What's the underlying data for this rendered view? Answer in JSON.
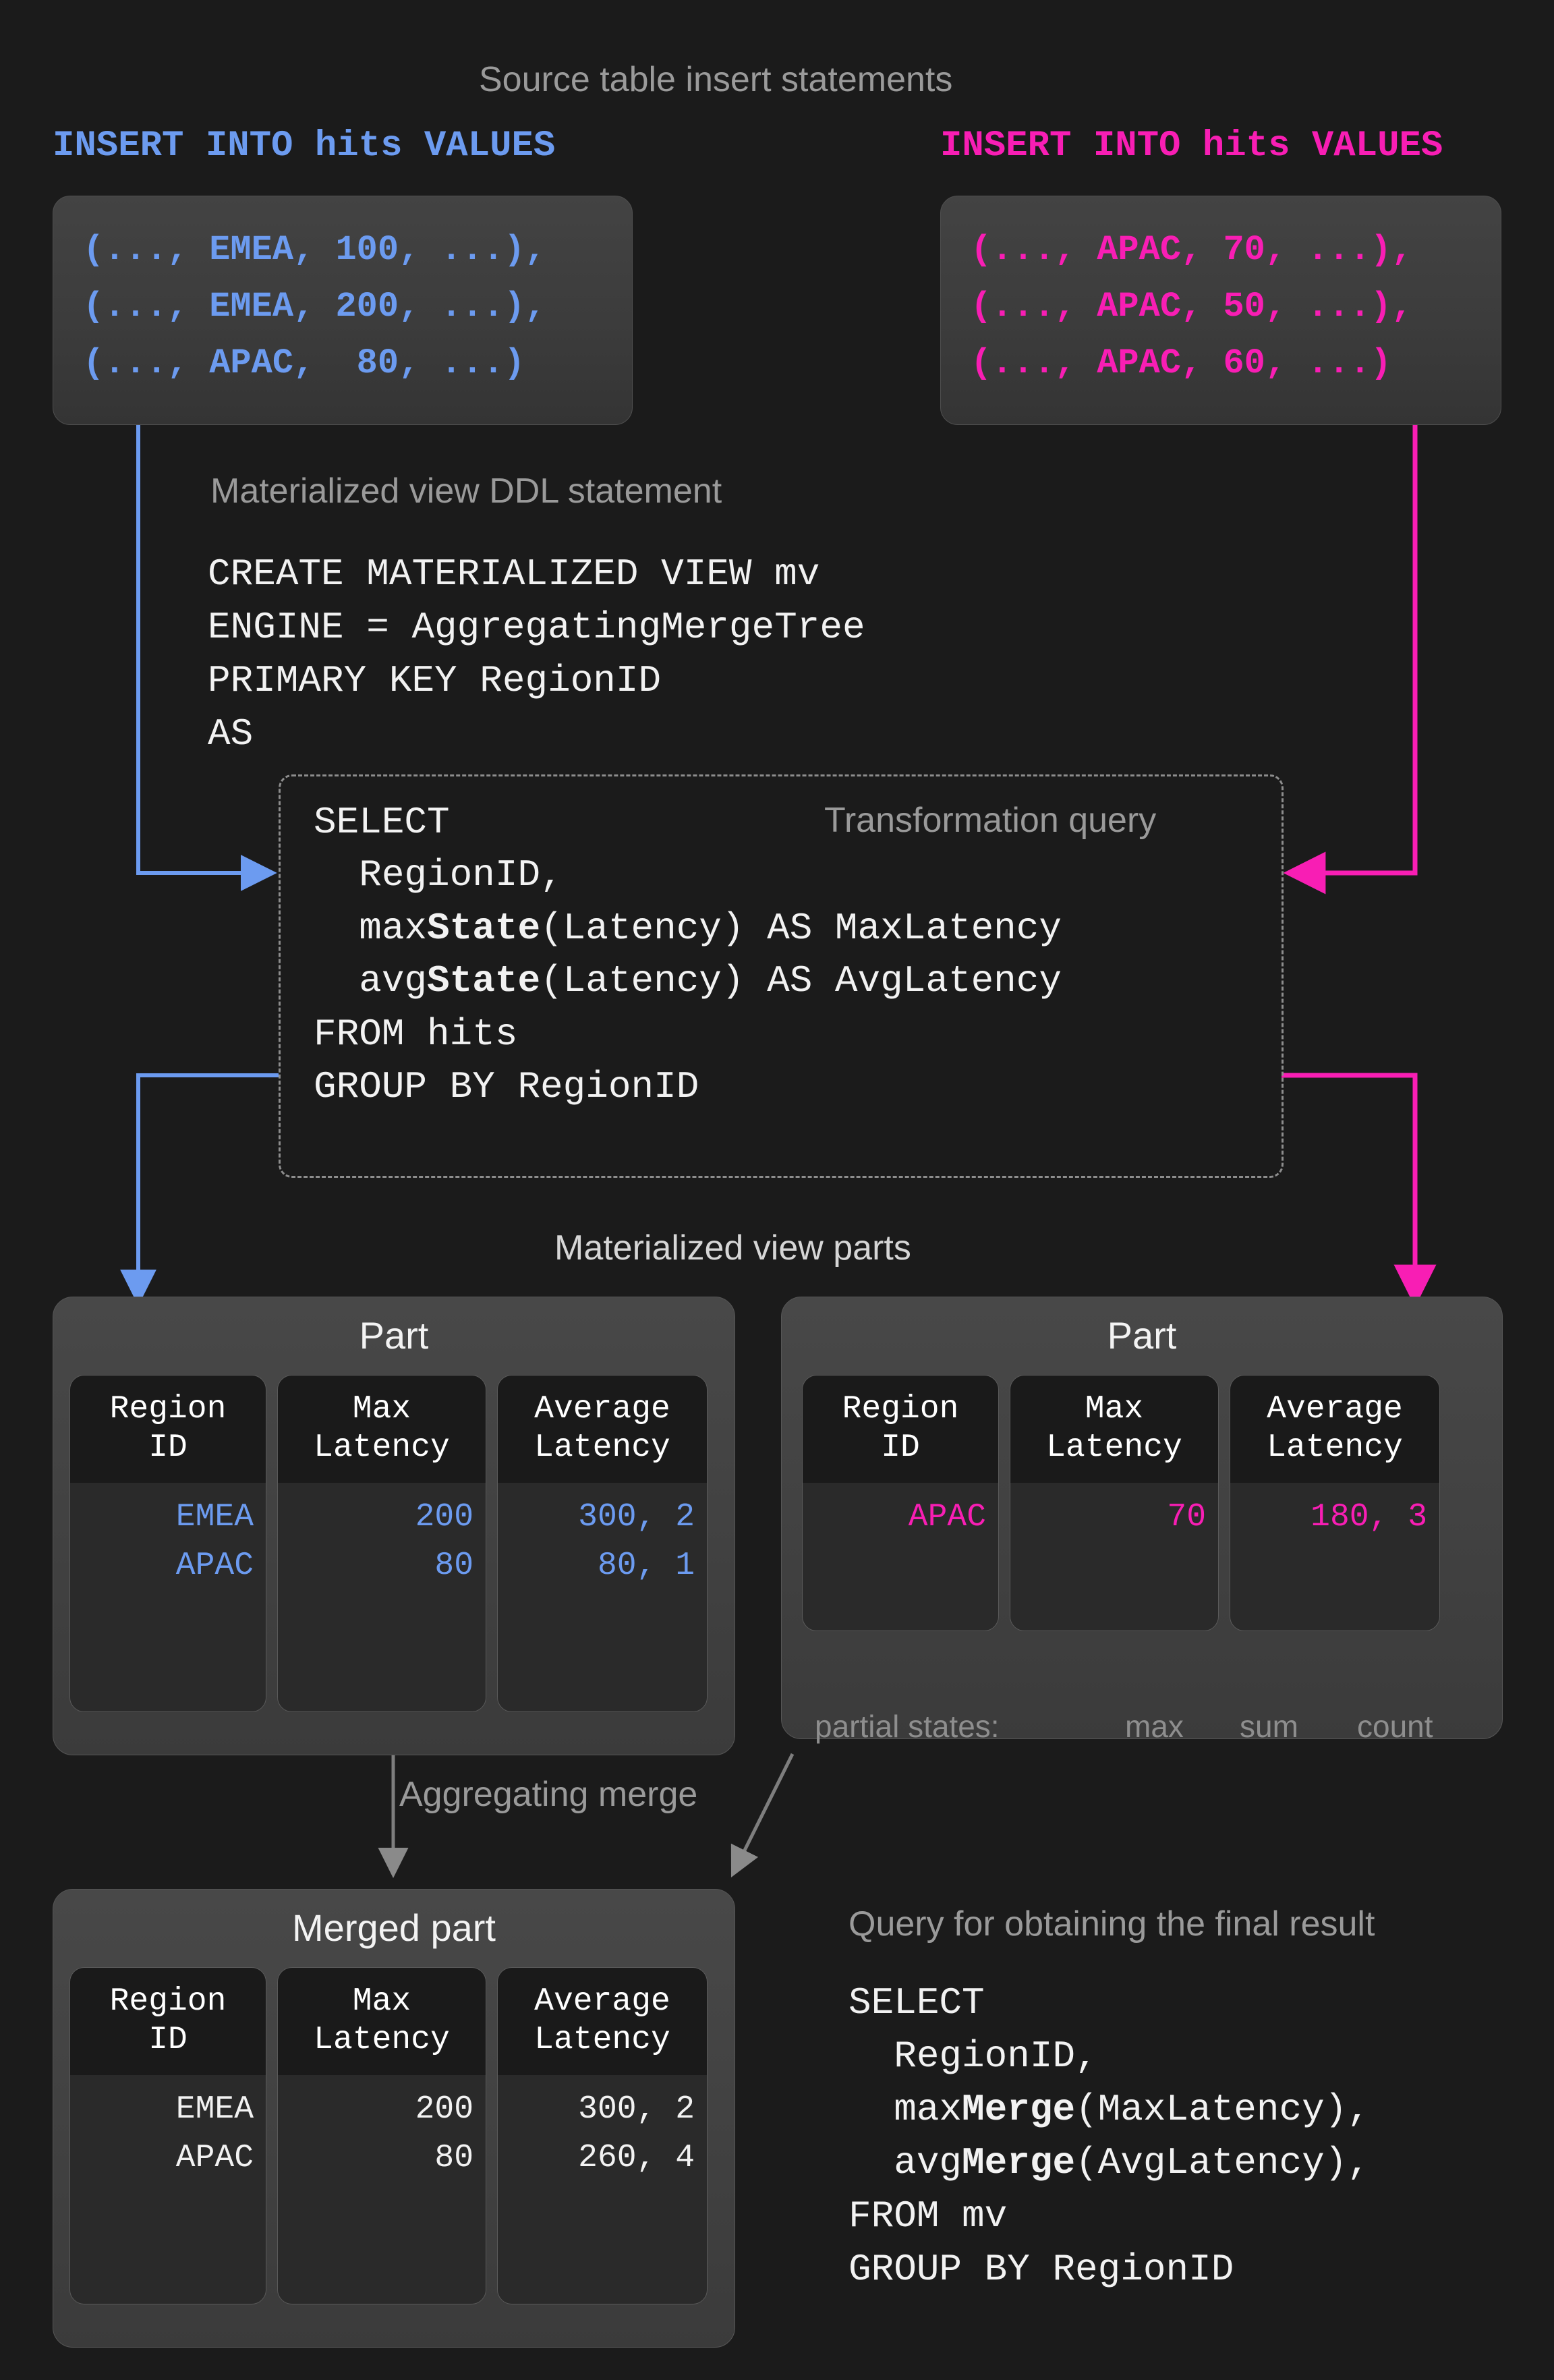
{
  "colors": {
    "background": "#1b1b1b",
    "blue": "#6c9bf0",
    "pink": "#f81eb4",
    "caption_gray": "#9a9a9a",
    "text_white": "#f2f2f2",
    "box_gray": "#3e3e3e",
    "col_header": "#1a1a1a",
    "col_body": "#2a2a2a"
  },
  "captions": {
    "source_inserts": "Source table insert statements",
    "mv_ddl": "Materialized view DDL statement",
    "transformation_query": "Transformation query",
    "mv_parts": "Materialized view parts",
    "aggregating_merge": "Aggregating merge",
    "final_query": "Query for obtaining the final result"
  },
  "inserts": [
    {
      "id": "insert-left",
      "color": "blue",
      "header": "INSERT INTO hits VALUES",
      "rows": [
        "(..., EMEA, 100, ...),",
        "(..., EMEA, 200, ...),",
        "(..., APAC,  80, ...)"
      ]
    },
    {
      "id": "insert-right",
      "color": "pink",
      "header": "INSERT INTO hits VALUES",
      "rows": [
        "(..., APAC, 70, ...),",
        "(..., APAC, 50, ...),",
        "(..., APAC, 60, ...)"
      ]
    }
  ],
  "ddl": {
    "lines": [
      "CREATE MATERIALIZED VIEW mv",
      "ENGINE = AggregatingMergeTree",
      "PRIMARY KEY RegionID",
      "AS"
    ]
  },
  "transformation_query": {
    "lines": [
      {
        "plain": "SELECT"
      },
      {
        "plain": "  RegionID,"
      },
      {
        "pre": "  max",
        "bold": "State",
        "post": "(Latency) AS MaxLatency"
      },
      {
        "pre": "  avg",
        "bold": "State",
        "post": "(Latency) AS AvgLatency"
      },
      {
        "plain": "FROM hits"
      },
      {
        "plain": "GROUP BY RegionID"
      }
    ]
  },
  "parts": [
    {
      "id": "part-left",
      "title": "Part",
      "color": "blue",
      "columns": [
        {
          "header": "Region\nID",
          "cells": [
            "EMEA",
            "APAC"
          ]
        },
        {
          "header": "Max\nLatency",
          "cells": [
            "200",
            "80"
          ]
        },
        {
          "header": "Average\nLatency",
          "cells": [
            "300, 2",
            "80, 1"
          ]
        }
      ]
    },
    {
      "id": "part-right",
      "title": "Part",
      "color": "pink",
      "columns": [
        {
          "header": "Region\nID",
          "cells": [
            "APAC"
          ]
        },
        {
          "header": "Max\nLatency",
          "cells": [
            "70"
          ]
        },
        {
          "header": "Average\nLatency",
          "cells": [
            "180, 3"
          ]
        }
      ],
      "partial_states": {
        "label": "partial states:",
        "annotations": [
          "max",
          "sum",
          "count"
        ]
      }
    }
  ],
  "merged_part": {
    "id": "merged-part",
    "title": "Merged part",
    "color": "white",
    "columns": [
      {
        "header": "Region\nID",
        "cells": [
          "EMEA",
          "APAC"
        ]
      },
      {
        "header": "Max\nLatency",
        "cells": [
          "200",
          "80"
        ]
      },
      {
        "header": "Average\nLatency",
        "cells": [
          "300, 2",
          "260, 4"
        ]
      }
    ]
  },
  "final_query": {
    "lines": [
      {
        "plain": "SELECT"
      },
      {
        "plain": "  RegionID,"
      },
      {
        "pre": "  max",
        "bold": "Merge",
        "post": "(MaxLatency),"
      },
      {
        "pre": "  avg",
        "bold": "Merge",
        "post": "(AvgLatency),"
      },
      {
        "plain": "FROM mv"
      },
      {
        "plain": "GROUP BY RegionID"
      }
    ]
  }
}
